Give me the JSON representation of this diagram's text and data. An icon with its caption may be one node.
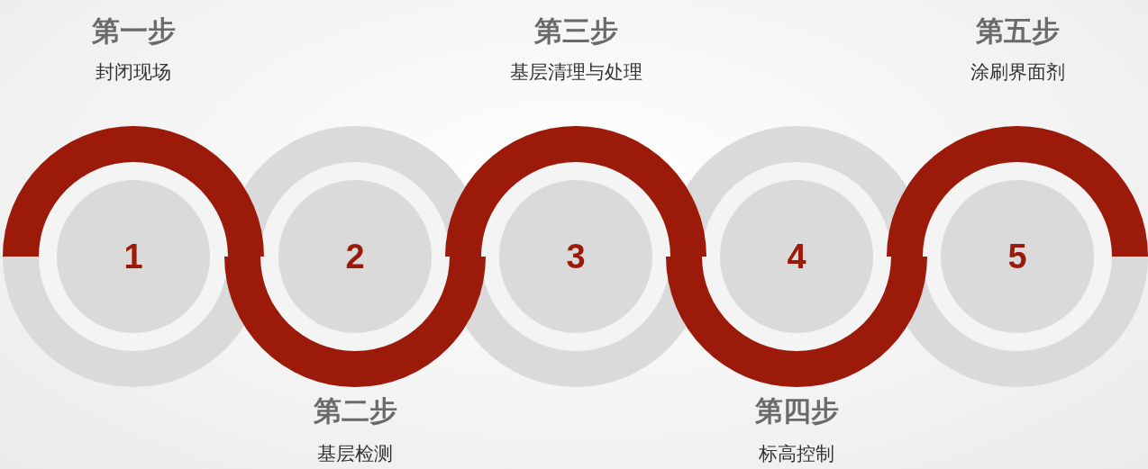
{
  "diagram": {
    "nodes": [
      {
        "text": [
          "1"
        ],
        "beside": [
          "第一步",
          "封闭现场"
        ]
      },
      {
        "text": [
          "2"
        ],
        "beside": [
          "第二步",
          "基层检测"
        ]
      },
      {
        "text": [
          "3"
        ],
        "beside": [
          "第三步",
          "基层清理与处理"
        ]
      },
      {
        "text": [
          "4"
        ],
        "beside": [
          "第四步",
          "标高控制"
        ]
      },
      {
        "text": [
          "5"
        ],
        "beside": [
          "第五步",
          "涂刷界面剂"
        ]
      }
    ]
  }
}
